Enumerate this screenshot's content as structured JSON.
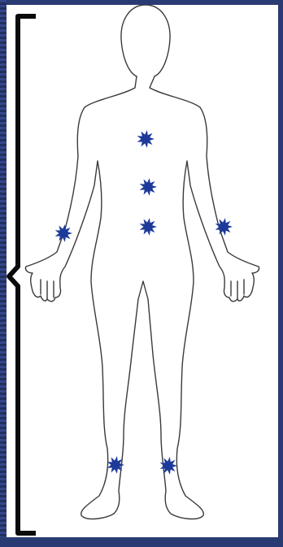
{
  "figure": {
    "bracket_color": "#0b0b0b",
    "outline_color": "#3a3a3a",
    "marker_color": "#1d3a9a",
    "background_color": "#2a3a72",
    "panel_color": "#ffffff"
  },
  "markers": [
    {
      "id": "upper-torso"
    },
    {
      "id": "mid-torso"
    },
    {
      "id": "lower-torso"
    },
    {
      "id": "right-wrist"
    },
    {
      "id": "left-wrist"
    },
    {
      "id": "right-knee"
    },
    {
      "id": "left-knee"
    }
  ]
}
